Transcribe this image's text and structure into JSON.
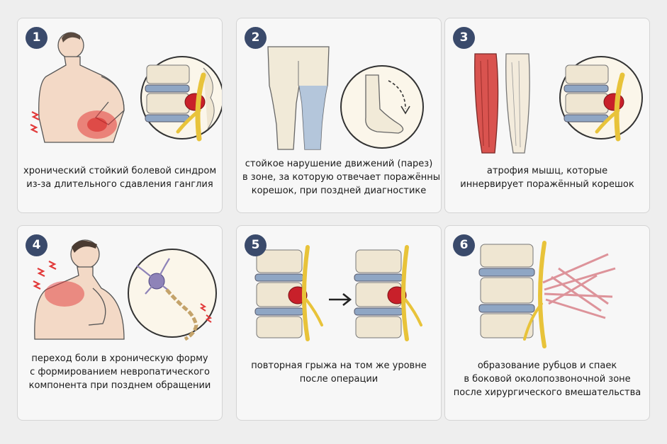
{
  "panels": [
    {
      "number": "1",
      "caption_lines": [
        "хронический стойкий болевой синдром",
        "из-за длительного сдавления ганглия"
      ]
    },
    {
      "number": "2",
      "caption_lines": [
        "стойкое нарушение движений (парез)",
        "в зоне, за которую отвечает поражённый",
        "корешок, при поздней диагностике"
      ]
    },
    {
      "number": "3",
      "caption_lines": [
        "атрофия мышц, которые",
        "иннервирует поражённый корешок"
      ]
    },
    {
      "number": "4",
      "caption_lines": [
        "переход боли в хроническую форму",
        "с формированием невропатического",
        "компонента при позднем обращении"
      ]
    },
    {
      "number": "5",
      "caption_lines": [
        "повторная грыжа на том же уровне",
        "после операции"
      ]
    },
    {
      "number": "6",
      "caption_lines": [
        "образование рубцов и спаек",
        "в боковой околопозвоночной зоне",
        "после хирургического вмешательства"
      ]
    }
  ],
  "colors": {
    "badge": "#3a4a6b",
    "disc": "#8fa6c4",
    "hernia": "#c8202a",
    "nerve": "#e8c33a",
    "bone": "#efe6d2",
    "pain": "#e23b3b",
    "neuron": "#8e83b8"
  }
}
